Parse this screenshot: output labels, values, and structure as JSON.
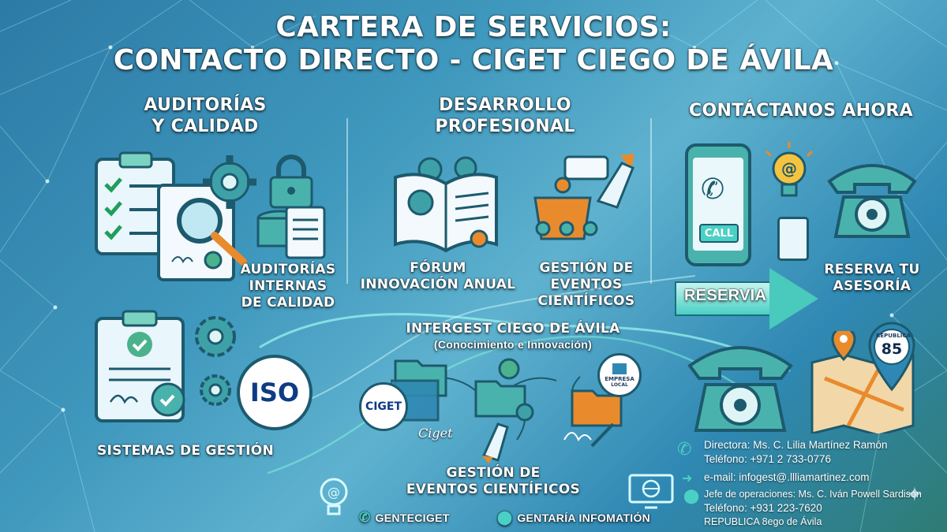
{
  "title": {
    "line1": "CARTERA DE SERVICIOS:",
    "line2": "CONTACTO DIRECTO - CIGET CIEGO DE ÁVILA"
  },
  "col_audit": {
    "heading1": "AUDITORÍAS",
    "heading2": "Y CALIDAD",
    "internal1": "AUDITORÍAS",
    "internal2": "INTERNAS",
    "internal3": "DE CALIDAD",
    "systems": "SISTEMAS DE GESTIÓN",
    "iso": "ISO"
  },
  "col_dev": {
    "heading1": "DESARROLLO",
    "heading2": "PROFESIONAL",
    "forum1": "FÓRUM",
    "forum2": "INNOVACIÓN ANUAL",
    "events1": "GESTIÓN DE",
    "events2": "EVENTOS",
    "events3": "CIENTÍFICOS"
  },
  "col_contact": {
    "heading": "CONTÁCTANOS AHORA",
    "call": "CALL",
    "reservia": "RESERVIA",
    "reserva1": "RESERVA TU",
    "reserva2": "ASESORÍA",
    "sign_top": "REPUBLICA",
    "sign_num": "85"
  },
  "intergest": {
    "title": "INTERGEST CIEGO DE ÁVILA",
    "subtitle": "(Conocimiento e Innovación)",
    "ciget_logo": "CIGET",
    "empresa_logo1": "EMPRESA",
    "empresa_logo2": "LOCAL",
    "signature": "Ciget"
  },
  "bottom": {
    "events1": "GESTIÓN DE",
    "events2": "EVENTOS CIENTÍFICOS",
    "link1": "GENTECIGET",
    "link2": "GENTARÍA INFOMATIÓN"
  },
  "contact": {
    "director": "Directora: Ms. C. Lilia Martínez Ramón",
    "phone1": "Teléfono: +971 2 733-0776",
    "email": "e-mail: infogest@.llliamartinez.com",
    "chief": "Jefe de operaciones: Ms. C. Iván Powell Sardison",
    "phone2": "Teléfono: +931 223-7620",
    "address": "REPUBLICA 8ego de Ávila"
  },
  "colors": {
    "accent": "#4ad0c4",
    "dark": "#1d5a6e",
    "orange": "#e98b2d"
  }
}
